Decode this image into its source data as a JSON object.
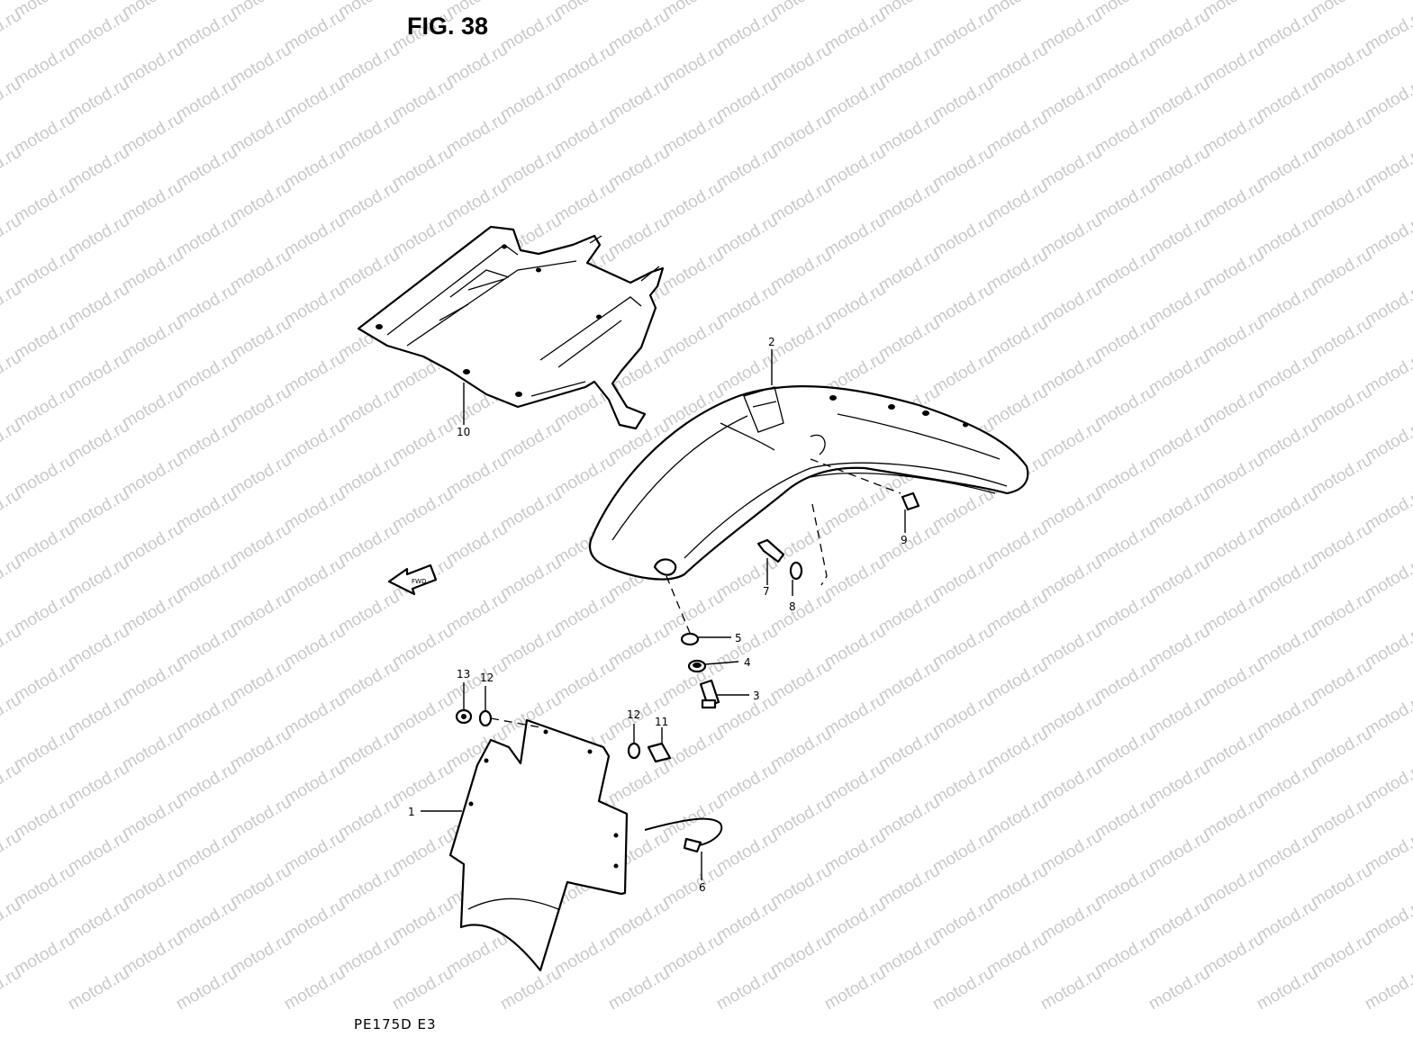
{
  "figure": {
    "title": "FIG. 38",
    "model_code": "PE175D  E3",
    "watermark": "motod.ru"
  },
  "callouts": {
    "c1": "1",
    "c2": "2",
    "c3": "3",
    "c4": "4",
    "c5": "5",
    "c6": "6",
    "c7": "7",
    "c8": "8",
    "c9": "9",
    "c10": "10",
    "c11": "11",
    "c12a": "12",
    "c12b": "12",
    "c13": "13"
  },
  "colors": {
    "line": "#000000",
    "background": "#ffffff",
    "watermark": "#c9c9c9"
  }
}
